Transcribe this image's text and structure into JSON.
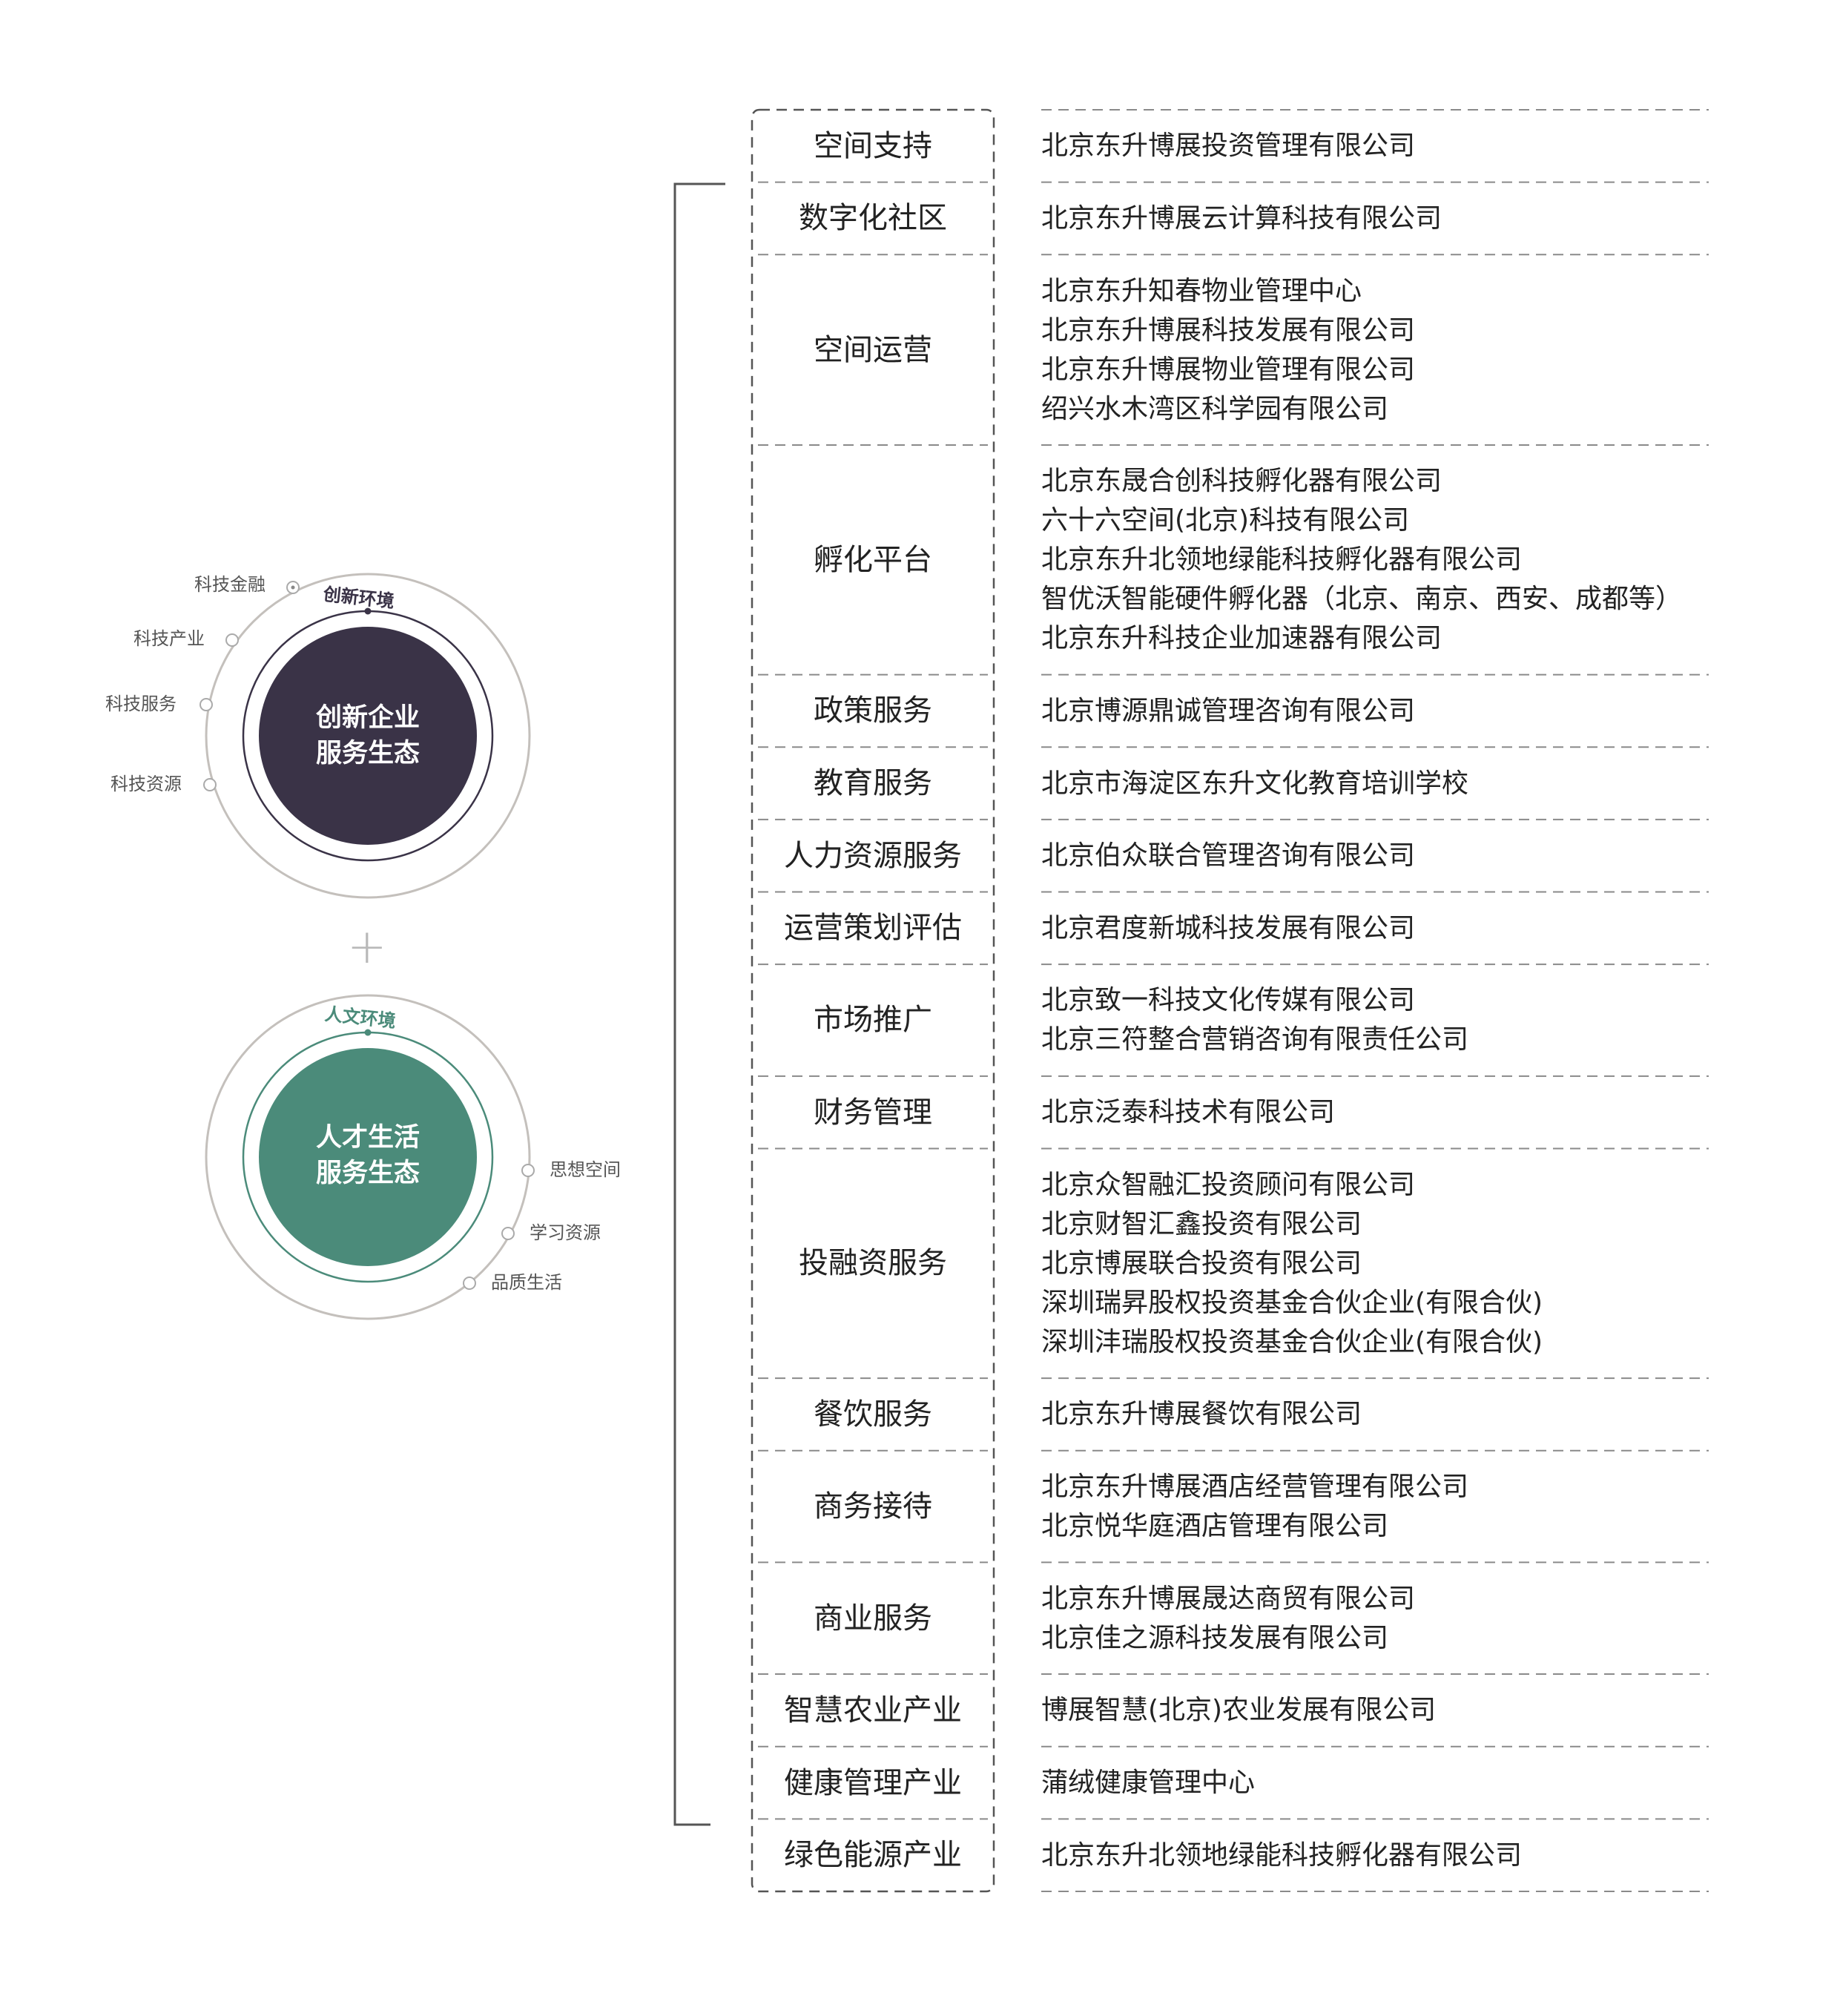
{
  "left": {
    "innovation": {
      "ring_label": "创新环境",
      "center_text": [
        "创新企业",
        "服务生态"
      ],
      "items": [
        "科技金融",
        "科技产业",
        "科技服务",
        "科技资源"
      ],
      "fill_color": "#3a3347",
      "ring_color": "#3a3347"
    },
    "plus": "+",
    "talent": {
      "ring_label": "人文环境",
      "center_text": [
        "人才生活",
        "服务生态"
      ],
      "items": [
        "思想空间",
        "学习资源",
        "品质生活"
      ],
      "fill_color": "#4b8b7a",
      "ring_color": "#4b8b7a"
    }
  },
  "rows": [
    {
      "category": "空间支持",
      "companies": [
        "北京东升博展投资管理有限公司"
      ]
    },
    {
      "category": "数字化社区",
      "companies": [
        "北京东升博展云计算科技有限公司"
      ]
    },
    {
      "category": "空间运营",
      "companies": [
        "北京东升知春物业管理中心",
        "北京东升博展科技发展有限公司",
        "北京东升博展物业管理有限公司",
        "绍兴水木湾区科学园有限公司"
      ]
    },
    {
      "category": "孵化平台",
      "companies": [
        "北京东晟合创科技孵化器有限公司",
        "六十六空间(北京)科技有限公司",
        "北京东升北领地绿能科技孵化器有限公司",
        "智优沃智能硬件孵化器（北京、南京、西安、成都等）",
        "北京东升科技企业加速器有限公司"
      ]
    },
    {
      "category": "政策服务",
      "companies": [
        "北京博源鼎诚管理咨询有限公司"
      ]
    },
    {
      "category": "教育服务",
      "companies": [
        "北京市海淀区东升文化教育培训学校"
      ]
    },
    {
      "category": "人力资源服务",
      "companies": [
        "北京伯众联合管理咨询有限公司"
      ]
    },
    {
      "category": "运营策划评估",
      "companies": [
        "北京君度新城科技发展有限公司"
      ]
    },
    {
      "category": "市场推广",
      "companies": [
        "北京致一科技文化传媒有限公司",
        "北京三符整合营销咨询有限责任公司"
      ]
    },
    {
      "category": "财务管理",
      "companies": [
        "北京泛泰科技术有限公司"
      ]
    },
    {
      "category": "投融资服务",
      "companies": [
        "北京众智融汇投资顾问有限公司",
        "北京财智汇鑫投资有限公司",
        "北京博展联合投资有限公司",
        "深圳瑞昇股权投资基金合伙企业(有限合伙)",
        "深圳沣瑞股权投资基金合伙企业(有限合伙)"
      ]
    },
    {
      "category": "餐饮服务",
      "companies": [
        "北京东升博展餐饮有限公司"
      ]
    },
    {
      "category": "商务接待",
      "companies": [
        "北京东升博展酒店经营管理有限公司",
        "北京悦华庭酒店管理有限公司"
      ]
    },
    {
      "category": "商业服务",
      "companies": [
        "北京东升博展晟达商贸有限公司",
        "北京佳之源科技发展有限公司"
      ]
    },
    {
      "category": "智慧农业产业",
      "companies": [
        "博展智慧(北京)农业发展有限公司"
      ]
    },
    {
      "category": "健康管理产业",
      "companies": [
        "蒲绒健康管理中心"
      ]
    },
    {
      "category": "绿色能源产业",
      "companies": [
        "北京东升北领地绿能科技孵化器有限公司"
      ]
    }
  ]
}
